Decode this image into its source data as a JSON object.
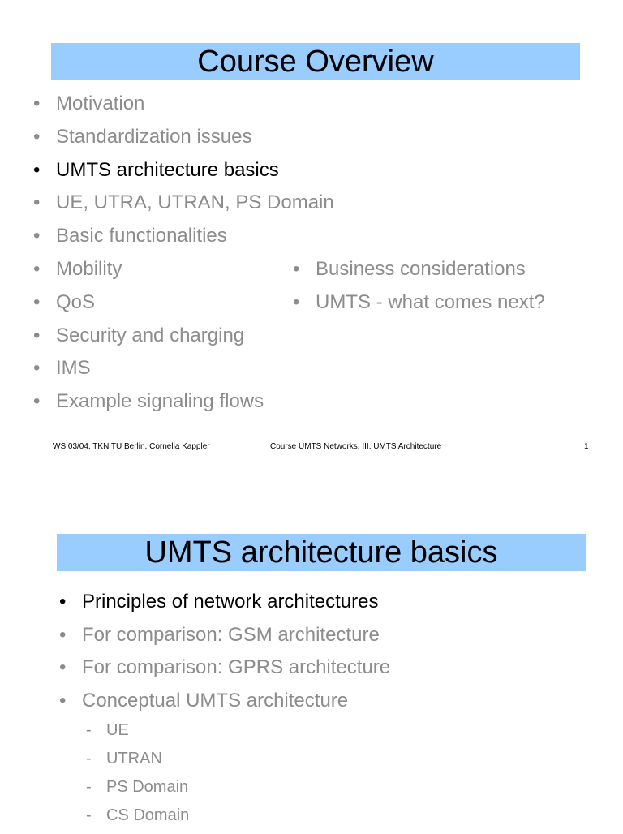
{
  "slide1": {
    "title": "Course Overview",
    "left_items": [
      {
        "label": "Motivation",
        "highlight": false
      },
      {
        "label": "Standardization issues",
        "highlight": false
      },
      {
        "label": "UMTS architecture basics",
        "highlight": true
      },
      {
        "label": "UE, UTRA, UTRAN, PS Domain",
        "highlight": false
      },
      {
        "label": "Basic functionalities",
        "highlight": false
      },
      {
        "label": "Mobility",
        "highlight": false
      },
      {
        "label": "QoS",
        "highlight": false
      },
      {
        "label": "Security and charging",
        "highlight": false
      },
      {
        "label": "IMS",
        "highlight": false
      },
      {
        "label": "Example signaling flows",
        "highlight": false
      }
    ],
    "right_items": [
      {
        "label": "Business considerations",
        "highlight": false
      },
      {
        "label": "UMTS - what comes next?",
        "highlight": false
      }
    ],
    "footer": {
      "left": "WS 03/04, TKN TU Berlin, Cornelia Kappler",
      "center": "Course UMTS Networks, III. UMTS Architecture",
      "page": "1"
    }
  },
  "slide2": {
    "title": "UMTS architecture basics",
    "items": [
      {
        "label": "Principles of network architectures",
        "highlight": true
      },
      {
        "label": "For comparison: GSM architecture",
        "highlight": false
      },
      {
        "label": "For comparison: GPRS architecture",
        "highlight": false
      },
      {
        "label": "Conceptual UMTS architecture",
        "highlight": false
      }
    ],
    "sub_items": [
      {
        "label": "UE"
      },
      {
        "label": "UTRAN"
      },
      {
        "label": "PS Domain"
      },
      {
        "label": "CS Domain"
      }
    ]
  },
  "colors": {
    "title_bar": "#99ccff",
    "active_text": "#000000",
    "inactive_text": "#8c8c8c"
  }
}
